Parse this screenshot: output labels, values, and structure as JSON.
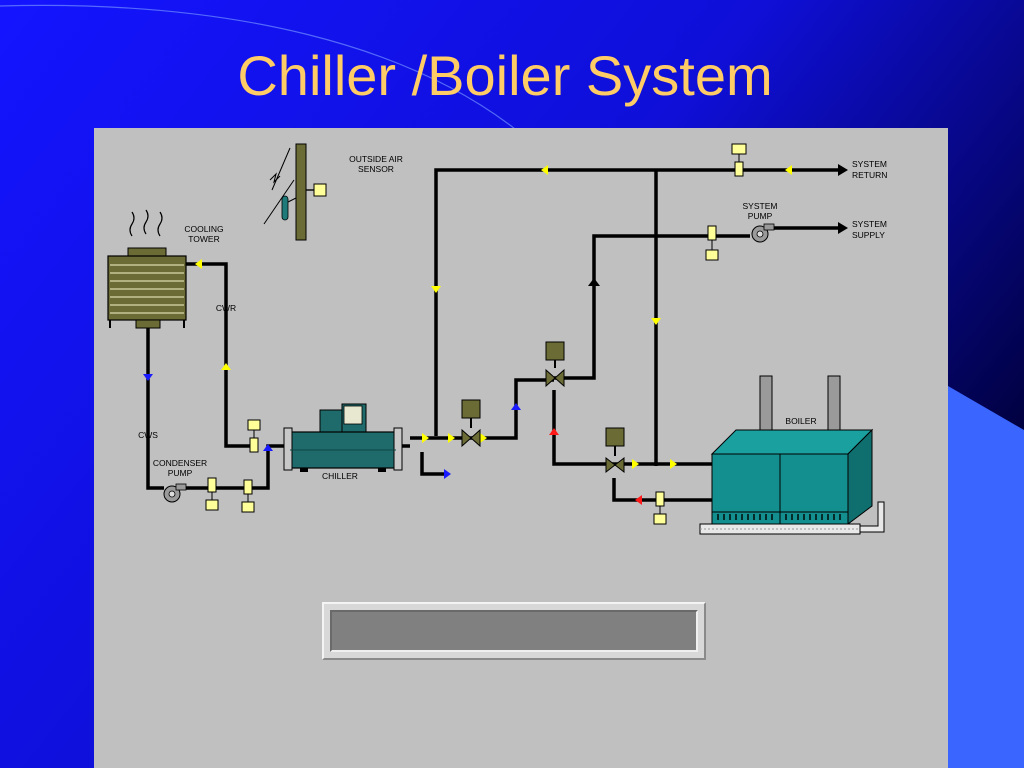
{
  "slide": {
    "title": "Chiller /Boiler System",
    "colors": {
      "background_blue": "#1919f5",
      "title": "#ffcc66",
      "panel": "#c0c0c0",
      "equipment_olive": "#6b6b35",
      "boiler_teal": "#138f8f",
      "chiller_teal": "#1f6b6b"
    }
  },
  "diagram": {
    "labels": {
      "outside_air_sensor": [
        "OUTSIDE AIR",
        "SENSOR"
      ],
      "cooling_tower": [
        "COOLING",
        "TOWER"
      ],
      "cwr": "CWR",
      "cws": "CWS",
      "condenser_pump": [
        "CONDENSER",
        "PUMP"
      ],
      "chiller": "CHILLER",
      "system_pump": [
        "SYSTEM",
        "PUMP"
      ],
      "system_return": [
        "SYSTEM",
        "RETURN"
      ],
      "system_supply": [
        "SYSTEM",
        "SUPPLY"
      ],
      "boiler": "BOILER"
    },
    "flow_marker_colors": {
      "yellow": "#ffff00",
      "blue": "#1a1aff",
      "red": "#ff1a1a"
    },
    "icons": [
      "heat-wave-icon",
      "pump-icon",
      "valve-actuator-icon",
      "sensor-head-icon",
      "flow-arrow-icon"
    ],
    "status_text": ""
  }
}
